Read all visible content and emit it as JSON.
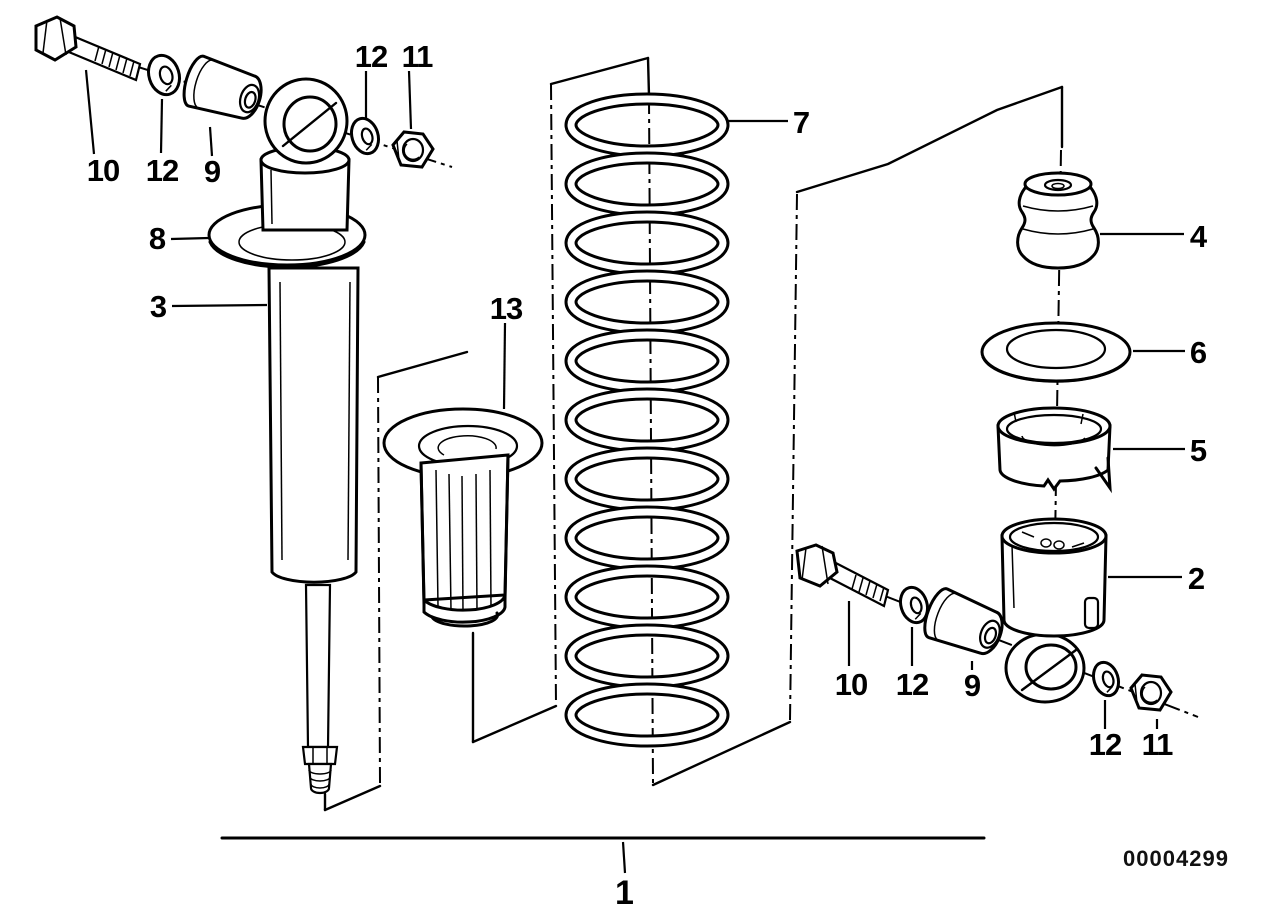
{
  "diagram": {
    "drawing_number": "00004299",
    "colors": {
      "line": "#000000",
      "background": "#ffffff"
    },
    "callouts": [
      {
        "id": "bolt-upper",
        "part": "10"
      },
      {
        "id": "lock-washer-upper-left",
        "part": "12"
      },
      {
        "id": "rubber-bushing-upper",
        "part": "9"
      },
      {
        "id": "lock-washer-upper-right",
        "part": "12"
      },
      {
        "id": "self-locking-nut-upper",
        "part": "11"
      },
      {
        "id": "spring-plate",
        "part": "8"
      },
      {
        "id": "shock-absorber",
        "part": "3"
      },
      {
        "id": "protection-tube",
        "part": "13"
      },
      {
        "id": "coil-spring",
        "part": "7"
      },
      {
        "id": "rubber-buffer",
        "part": "4"
      },
      {
        "id": "washer-right",
        "part": "6"
      },
      {
        "id": "spring-cup",
        "part": "5"
      },
      {
        "id": "shock-cartridge",
        "part": "2"
      },
      {
        "id": "bolt-lower",
        "part": "10"
      },
      {
        "id": "lock-washer-lower-left",
        "part": "12"
      },
      {
        "id": "rubber-bushing-lower",
        "part": "9"
      },
      {
        "id": "lock-washer-lower-right",
        "part": "12"
      },
      {
        "id": "self-locking-nut-lower",
        "part": "11"
      },
      {
        "id": "complete-assembly",
        "part": "1"
      }
    ]
  }
}
